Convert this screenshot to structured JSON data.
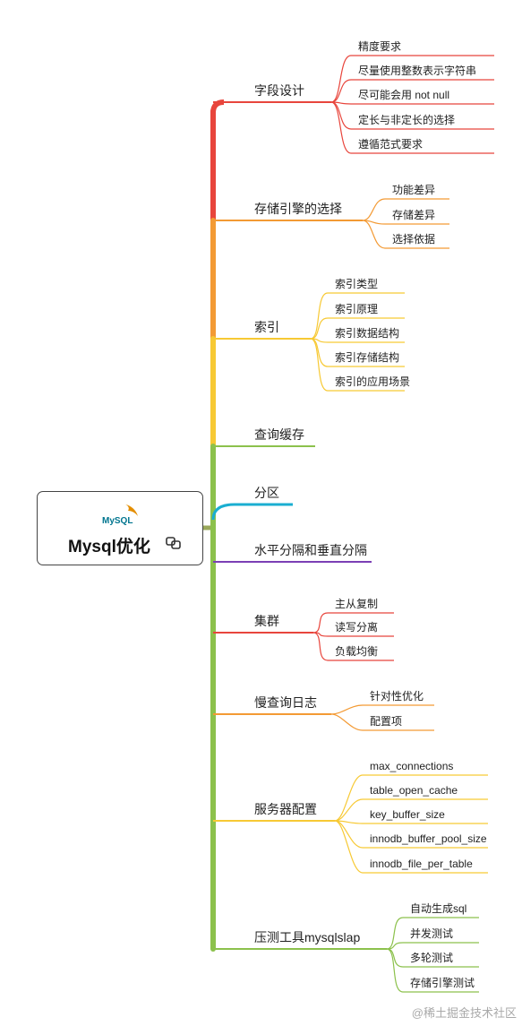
{
  "root": {
    "title": "Mysql优化",
    "logo_text": "MySQL",
    "logo_icon": "mysql-dolphin-logo",
    "link_icon": "linked-topic-icon"
  },
  "colors": {
    "trunk_red": "#e8453c",
    "trunk_orange": "#f39a34",
    "trunk_yellow": "#f7c934",
    "trunk_green": "#8cc14c",
    "cyan": "#1aaed1",
    "purple": "#7b3fb5",
    "root_link": "#9aa85a"
  },
  "branches": [
    {
      "label": "字段设计",
      "color": "#e8453c",
      "children": [
        "精度要求",
        "尽量使用整数表示字符串",
        "尽可能会用 not null",
        "定长与非定长的选择",
        "遵循范式要求"
      ]
    },
    {
      "label": "存储引擎的选择",
      "color": "#f39a34",
      "children": [
        "功能差异",
        "存储差异",
        "选择依据"
      ]
    },
    {
      "label": "索引",
      "color": "#f7c934",
      "children": [
        "索引类型",
        "索引原理",
        "索引数据结构",
        "索引存储结构",
        "索引的应用场景"
      ]
    },
    {
      "label": "查询缓存",
      "color": "#8cc14c",
      "children": []
    },
    {
      "label": "分区",
      "color": "#1aaed1",
      "children": []
    },
    {
      "label": "水平分隔和垂直分隔",
      "color": "#7b3fb5",
      "children": []
    },
    {
      "label": "集群",
      "color": "#e8453c",
      "children": [
        "主从复制",
        "读写分离",
        "负载均衡"
      ]
    },
    {
      "label": "慢查询日志",
      "color": "#f39a34",
      "children": [
        "针对性优化",
        "配置项"
      ]
    },
    {
      "label": "服务器配置",
      "color": "#f7c934",
      "children": [
        "max_connections",
        "table_open_cache",
        "key_buffer_size",
        "innodb_buffer_pool_size",
        "innodb_file_per_table"
      ]
    },
    {
      "label": "压测工具mysqlslap",
      "color": "#8cc14c",
      "children": [
        "自动生成sql",
        "并发测试",
        "多轮测试",
        "存储引擎测试"
      ]
    }
  ],
  "watermark": "@稀土掘金技术社区"
}
